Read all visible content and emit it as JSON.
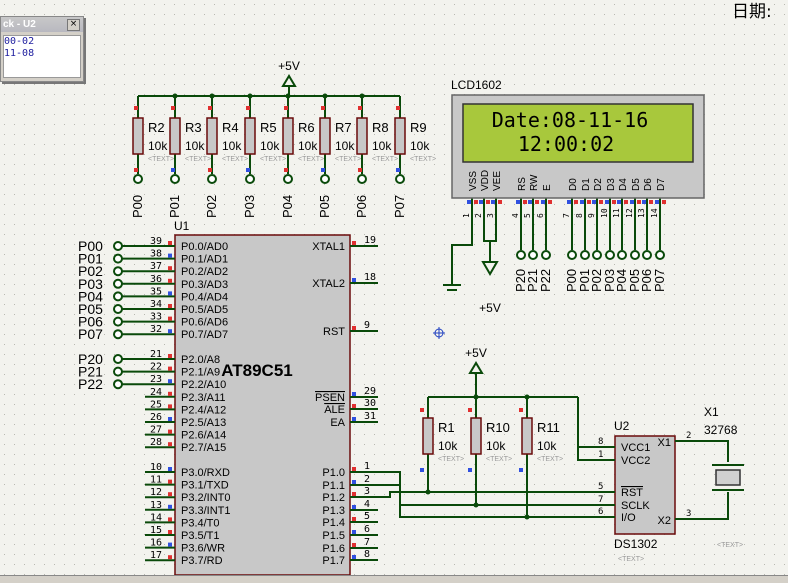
{
  "window_corner_label": "日期:",
  "popup": {
    "title": "ck - U2",
    "close_glyph": "×",
    "lines": [
      "00-02",
      "11-08"
    ]
  },
  "power_label": "+5V",
  "text_placeholder": "<TEXT>",
  "resistor_value": "10k",
  "pullup_resistors": [
    "R2",
    "R3",
    "R4",
    "R5",
    "R6",
    "R7",
    "R8",
    "R9"
  ],
  "pullup_nets": [
    "P00",
    "P01",
    "P02",
    "P03",
    "P04",
    "P05",
    "P06",
    "P07"
  ],
  "lcd": {
    "name": "LCD1602",
    "line1": "Date:08-11-16",
    "line2": "12:00:02",
    "lcd_color": "#a8c83c",
    "pin_labels": [
      "VSS",
      "VDD",
      "VEE",
      "RS",
      "RW",
      "E",
      "D0",
      "D1",
      "D2",
      "D3",
      "D4",
      "D5",
      "D6",
      "D7"
    ],
    "pin_numbers": [
      "1",
      "2",
      "3",
      "4",
      "5",
      "6",
      "7",
      "8",
      "9",
      "10",
      "11",
      "12",
      "13",
      "14"
    ],
    "ctrl_nets": [
      "P20",
      "P21",
      "P22"
    ],
    "data_nets": [
      "P00",
      "P01",
      "P02",
      "P03",
      "P04",
      "P05",
      "P06",
      "P07"
    ]
  },
  "u1": {
    "ref": "U1",
    "part": "AT89C51",
    "left_pins": [
      {
        "num": "39",
        "name": "P0.0/AD0"
      },
      {
        "num": "38",
        "name": "P0.1/AD1"
      },
      {
        "num": "37",
        "name": "P0.2/AD2"
      },
      {
        "num": "36",
        "name": "P0.3/AD3"
      },
      {
        "num": "35",
        "name": "P0.4/AD4"
      },
      {
        "num": "34",
        "name": "P0.5/AD5"
      },
      {
        "num": "33",
        "name": "P0.6/AD6"
      },
      {
        "num": "32",
        "name": "P0.7/AD7"
      },
      {
        "num": "21",
        "name": "P2.0/A8"
      },
      {
        "num": "22",
        "name": "P2.1/A9"
      },
      {
        "num": "23",
        "name": "P2.2/A10"
      },
      {
        "num": "24",
        "name": "P2.3/A11"
      },
      {
        "num": "25",
        "name": "P2.4/A12"
      },
      {
        "num": "26",
        "name": "P2.5/A13"
      },
      {
        "num": "27",
        "name": "P2.6/A14"
      },
      {
        "num": "28",
        "name": "P2.7/A15"
      },
      {
        "num": "10",
        "name": "P3.0/RXD"
      },
      {
        "num": "11",
        "name": "P3.1/TXD"
      },
      {
        "num": "12",
        "name": "P3.2/INT0"
      },
      {
        "num": "13",
        "name": "P3.3/INT1"
      },
      {
        "num": "14",
        "name": "P3.4/T0"
      },
      {
        "num": "15",
        "name": "P3.5/T1"
      },
      {
        "num": "16",
        "name": "P3.6/WR"
      },
      {
        "num": "17",
        "name": "P3.7/RD"
      }
    ],
    "right_pins": [
      {
        "num": "19",
        "name": "XTAL1"
      },
      {
        "num": "18",
        "name": "XTAL2"
      },
      {
        "num": "9",
        "name": "RST"
      },
      {
        "num": "29",
        "name": "PSEN"
      },
      {
        "num": "30",
        "name": "ALE"
      },
      {
        "num": "31",
        "name": "EA"
      },
      {
        "num": "1",
        "name": "P1.0"
      },
      {
        "num": "2",
        "name": "P1.1"
      },
      {
        "num": "3",
        "name": "P1.2"
      },
      {
        "num": "4",
        "name": "P1.3"
      },
      {
        "num": "5",
        "name": "P1.4"
      },
      {
        "num": "6",
        "name": "P1.5"
      },
      {
        "num": "7",
        "name": "P1.6"
      },
      {
        "num": "8",
        "name": "P1.7"
      }
    ],
    "net_labels_p0": [
      "P00",
      "P01",
      "P02",
      "P03",
      "P04",
      "P05",
      "P06",
      "P07"
    ],
    "net_labels_p2": [
      "P20",
      "P21",
      "P22"
    ]
  },
  "rtc_resistors": [
    "R1",
    "R10",
    "R11"
  ],
  "u2": {
    "ref": "U2",
    "part": "DS1302",
    "pins_left": [
      {
        "num": "8",
        "name": "VCC1"
      },
      {
        "num": "1",
        "name": "VCC2"
      },
      {
        "num": "5",
        "name": "RST"
      },
      {
        "num": "7",
        "name": "SCLK"
      },
      {
        "num": "6",
        "name": "I/O"
      }
    ],
    "pins_right": [
      {
        "num": "2",
        "name": "X1"
      },
      {
        "num": "3",
        "name": "X2"
      }
    ]
  },
  "crystal": {
    "ref": "X1",
    "value": "32768"
  }
}
